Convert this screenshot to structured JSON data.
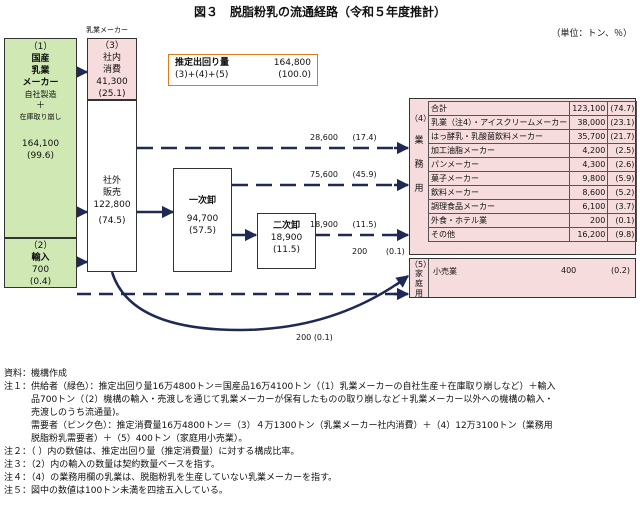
{
  "title": "図３　脱脂粉乳の流通経路（令和５年度推計）",
  "unit": "（単位：トン、％）",
  "dairy_maker_label": "乳業メーカー",
  "domestic": {
    "num": "（1）",
    "name": [
      "国産",
      "乳業",
      "メーカー"
    ],
    "sub1": "自社製造",
    "plus": "＋",
    "sub2": "在庫取り崩し",
    "value": "164,100",
    "ratio": "(99.6)"
  },
  "imports": {
    "num": "（2）",
    "name": "輸入",
    "value": "700",
    "ratio": "(0.4)"
  },
  "in_house": {
    "num": "（3）",
    "name": [
      "社内",
      "消費"
    ],
    "value": "41,300",
    "ratio": "(25.1)"
  },
  "external": {
    "name": [
      "社外",
      "販売"
    ],
    "value": "122,800",
    "ratio": "(74.5)"
  },
  "supply_summary": {
    "label": "推定出回り量",
    "value": "164,800",
    "formula": "(3)+(4)+(5)",
    "ratio": "(100.0)"
  },
  "primary_wholesale": {
    "name": "一次卸",
    "value": "94,700",
    "ratio": "(57.5)"
  },
  "secondary_wholesale": {
    "name": "二次卸",
    "value": "18,900",
    "ratio": "(11.5)"
  },
  "flows": [
    {
      "value": "28,600",
      "ratio": "(17.4)"
    },
    {
      "value": "75,600",
      "ratio": "(45.9)"
    },
    {
      "value": "18,900",
      "ratio": "(11.5)"
    },
    {
      "value": "200",
      "ratio": "(0.1)"
    },
    {
      "value": "200 (0.1)",
      "ratio": ""
    }
  ],
  "business": {
    "num": "（4）",
    "label": [
      "業",
      "務",
      "用"
    ],
    "items": [
      {
        "name": "合計",
        "value": "123,100",
        "ratio": "(74.7)"
      },
      {
        "name": "乳業（注4）・アイスクリームメーカー",
        "value": "38,000",
        "ratio": "(23.1)"
      },
      {
        "name": "はっ酵乳・乳酸菌飲料メーカー",
        "value": "35,700",
        "ratio": "(21.7)"
      },
      {
        "name": "加工油脂メーカー",
        "value": "4,200",
        "ratio": "(2.5)"
      },
      {
        "name": "パンメーカー",
        "value": "4,300",
        "ratio": "(2.6)"
      },
      {
        "name": "菓子メーカー",
        "value": "9,800",
        "ratio": "(5.9)"
      },
      {
        "name": "飲料メーカー",
        "value": "8,600",
        "ratio": "(5.2)"
      },
      {
        "name": "調理食品メーカー",
        "value": "6,100",
        "ratio": "(3.7)"
      },
      {
        "name": "外食・ホテル業",
        "value": "200",
        "ratio": "(0.1)"
      },
      {
        "name": "その他",
        "value": "16,200",
        "ratio": "(9.8)"
      }
    ]
  },
  "household": {
    "num": "（5）",
    "label": [
      "家",
      "庭",
      "用"
    ],
    "name": "小売業",
    "value": "400",
    "ratio": "(0.2)"
  },
  "notes": [
    "資料：機構作成",
    "注１：供給者（緑色）：推定出回り量16万4800トン＝国産品16万4100トン（（1）乳業メーカーの自社生産＋在庫取り崩しなど）＋輸入",
    "　　　品700トン（（2）機構の輸入・売渡しを通じて乳業メーカーが保有したものの取り崩しなど＋乳業メーカー以外への機構の輸入・",
    "　　　売渡しのうち流通量)。",
    "　　　需要者（ピンク色）：推定消費量16万4800トン＝（3）４万1300トン（乳業メーカー社内消費）＋（4）12万3100トン（業務用",
    "　　　脱脂粉乳需要者）＋（5）400トン（家庭用小売業）。",
    "注２：（ ）内の数値は、推定出回り量（推定消費量）に対する構成比率。",
    "注３：（2）内の輸入の数量は契約数量ベースを指す。",
    "注４：（4）の業務用欄の乳業は、脱脂粉乳を生産していない乳業メーカーを指す。",
    "注５：図中の数値は100トン未満を四捨五入している。"
  ]
}
